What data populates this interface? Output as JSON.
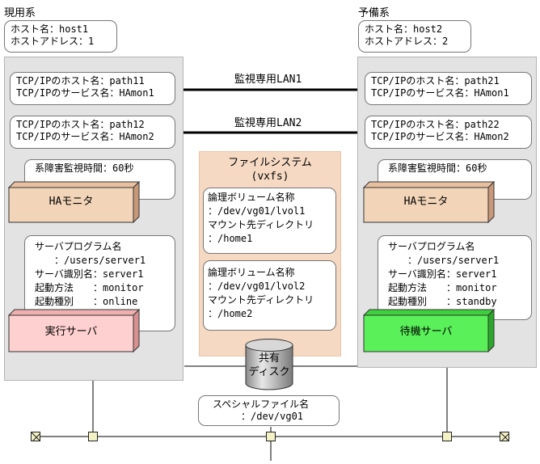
{
  "active": {
    "label": "現用系",
    "host_line1": "ホスト名：host1",
    "host_line2": "ホストアドレス：1",
    "path1_line1": "TCP/IPのホスト名：path11",
    "path1_line2": "TCP/IPのサービス名：HAmon1",
    "path2_line1": "TCP/IPのホスト名：path12",
    "path2_line2": "TCP/IPのサービス名：HAmon2",
    "failure_time": "系障害監視時間：60秒",
    "ha_monitor": "HAモニタ",
    "server_lines": [
      "サーバプログラム名",
      "　　：/users/server1",
      "サーバ識別名：server1",
      "起動方法　　：monitor",
      "起動種別　　：online"
    ],
    "server_box": "実行サーバ"
  },
  "standby": {
    "label": "予備系",
    "host_line1": "ホスト名：host2",
    "host_line2": "ホストアドレス：2",
    "path1_line1": "TCP/IPのホスト名：path21",
    "path1_line2": "TCP/IPのサービス名：HAmon1",
    "path2_line1": "TCP/IPのホスト名：path22",
    "path2_line2": "TCP/IPのサービス名：HAmon2",
    "failure_time": "系障害監視時間：60秒",
    "ha_monitor": "HAモニタ",
    "server_lines": [
      "サーバプログラム名",
      "　　：/users/server1",
      "サーバ識別名：server1",
      "起動方法　　：monitor",
      "起動種別　　：standby"
    ],
    "server_box": "待機サーバ"
  },
  "lan1": "監視専用LAN1",
  "lan2": "監視専用LAN2",
  "filesystem": {
    "title1": "ファイルシステム",
    "title2": "(vxfs)",
    "vol1_lines": [
      "論理ボリューム名称",
      "：/dev/vg01/lvol1",
      "マウント先ディレクトリ",
      "：/home1"
    ],
    "vol2_lines": [
      "論理ボリューム名称",
      "：/dev/vg01/lvol2",
      "マウント先ディレクトリ",
      "：/home2"
    ]
  },
  "disk": {
    "line1": "共有",
    "line2": "ディスク"
  },
  "special_file": {
    "line1": "スペシャルファイル名",
    "line2": "：/dev/vg01"
  },
  "colors": {
    "ha_monitor": "#f2d4b8",
    "active_server": "#ffd0d0",
    "standby_server": "#5af05a",
    "filesystem_bg": "#f6d9c3",
    "panel_bg": "#e3e3e3"
  }
}
